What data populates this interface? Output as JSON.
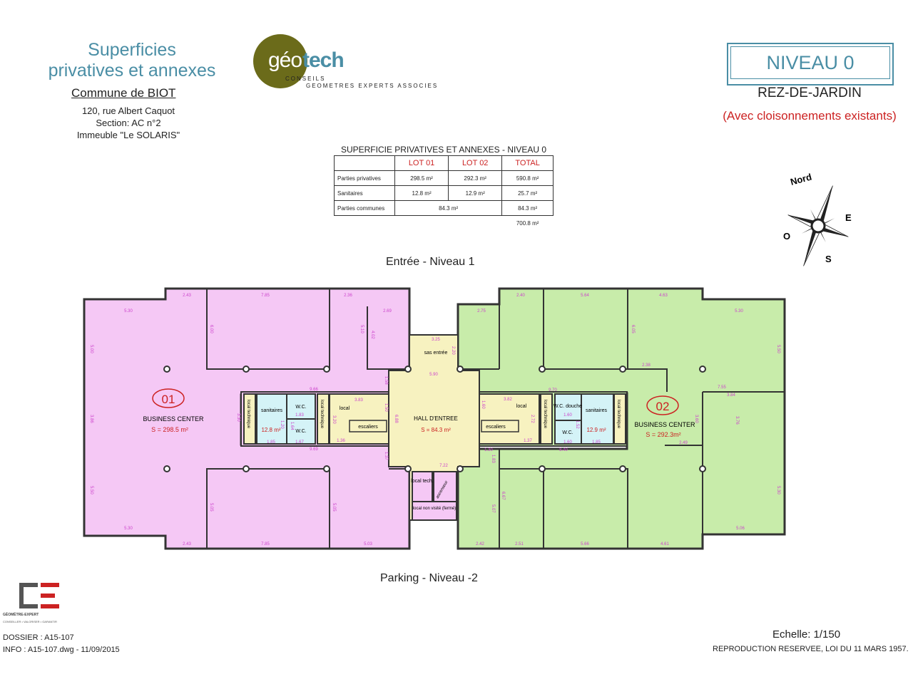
{
  "header": {
    "title_line1": "Superficies",
    "title_line2": "privatives et annexes",
    "commune": "Commune de BIOT",
    "address_line1": "120, rue Albert Caquot",
    "address_line2": "Section: AC n°2",
    "address_line3": "Immeuble \"Le SOLARIS\""
  },
  "logo": {
    "text_geo": "géo",
    "text_tech": "tech",
    "text_conseils": "CONSEILS",
    "text_tagline": "GEOMETRES EXPERTS ASSOCIES",
    "circle_color": "#6b6b1a",
    "tech_color": "#4a8ea5"
  },
  "niveau": {
    "label": "NIVEAU 0",
    "sub": "REZ-DE-JARDIN",
    "note": "(Avec cloisonnements existants)"
  },
  "table": {
    "title": "SUPERFICIE PRIVATIVES ET ANNEXES - NIVEAU 0",
    "col1": "LOT 01",
    "col2": "LOT 02",
    "col3": "TOTAL",
    "row1_label": "Parties privatives",
    "row1_v1": "298.5 m²",
    "row1_v2": "292.3 m²",
    "row1_v3": "590.8 m²",
    "row2_label": "Sanitaires",
    "row2_v1": "12.8 m²",
    "row2_v2": "12.9 m²",
    "row2_v3": "25.7 m²",
    "row3_label": "Parties communes",
    "row3_v12": "84.3 m²",
    "row3_v3": "84.3 m²",
    "grand_total": "700.8 m²"
  },
  "compass": {
    "north": "Nord",
    "east": "E",
    "west": "O",
    "south": "S"
  },
  "plan": {
    "entry_label": "Entrée - Niveau 1",
    "parking_label": "Parking - Niveau -2",
    "lot01_number": "01",
    "lot01_name": "BUSINESS CENTER",
    "lot01_area": "S = 298.5 m²",
    "lot02_number": "02",
    "lot02_name": "BUSINESS CENTER",
    "lot02_area": "S = 292.3m²",
    "hall_name": "HALL D'ENTREE",
    "hall_area": "S = 84.3 m²",
    "sas": "sas entrée",
    "sanitaires": "sanitaires",
    "wc": "W.C.",
    "wc_douche": "W.C. douche",
    "local_technique": "local technique",
    "local": "local",
    "escaliers": "escaliers",
    "local_tech": "local tech.",
    "ascenseur": "ascenseur",
    "local_non_visite": "local non visité (fermé)",
    "san1_area": "12.8 m²",
    "san2_area": "12.9 m²",
    "lot01_color": "#f5c8f5",
    "lot02_color": "#c8ecaa",
    "common_color": "#f7f2c0",
    "sanitary_color": "#d4f3f7",
    "dims": {
      "d243a": "2.43",
      "d785a": "7.85",
      "d236": "2.36",
      "d530a": "5.30",
      "d269": "2.69",
      "d500": "5.00",
      "d600": "6.00",
      "d510": "5.10",
      "d402": "4.02",
      "d325": "3.25",
      "d220": "2.20",
      "d590": "5.90",
      "d158": "1.58",
      "d966": "9.66",
      "d386": "3.86",
      "d330": "3.30",
      "d183": "1.83",
      "d120": "1.20",
      "d164": "1.64",
      "d185": "1.85",
      "d167": "1.67",
      "d969": "9.69",
      "d383": "3.83",
      "d320": "3.20",
      "d150": "1.50",
      "d688": "6.88",
      "d136": "1.36",
      "d137a": "1.37",
      "d722": "7.22",
      "d550": "5.50",
      "d505": "5.05",
      "d530b": "5.30",
      "d243b": "2.43",
      "d785b": "7.85",
      "d503": "5.03",
      "d240": "2.40",
      "d564": "5.64",
      "d463": "4.63",
      "d275": "2.75",
      "d605": "6.05",
      "d530c": "5.30",
      "d238": "2.38",
      "d550b": "5.50",
      "d755": "7.55",
      "d970": "9.70",
      "d382": "3.82",
      "d160": "1.60",
      "d384": "3.84",
      "d360": "3.60",
      "d376": "3.76",
      "d272": "2.72",
      "d152": "1.52",
      "d137b": "1.37",
      "d840": "8.40",
      "d249": "2.49",
      "d130": "1.30",
      "d183b": "1.83",
      "d667": "6.67",
      "d507": "5.07",
      "d530d": "5.30",
      "d242": "2.42",
      "d251": "2.51",
      "d566": "5.66",
      "d461": "4.61",
      "d506": "5.06"
    }
  },
  "footer": {
    "dossier": "DOSSIER : A15-107",
    "info": "INFO : A15-107.dwg - 11/09/2015",
    "echelle": "Echelle: 1/150",
    "reproduction": "REPRODUCTION RESERVEE, LOI DU 11 MARS 1957.",
    "org_line1": "GÉOMÈTRE-EXPERT",
    "org_line2": "CONSEILLER • VALORISER • GARANTIR"
  }
}
